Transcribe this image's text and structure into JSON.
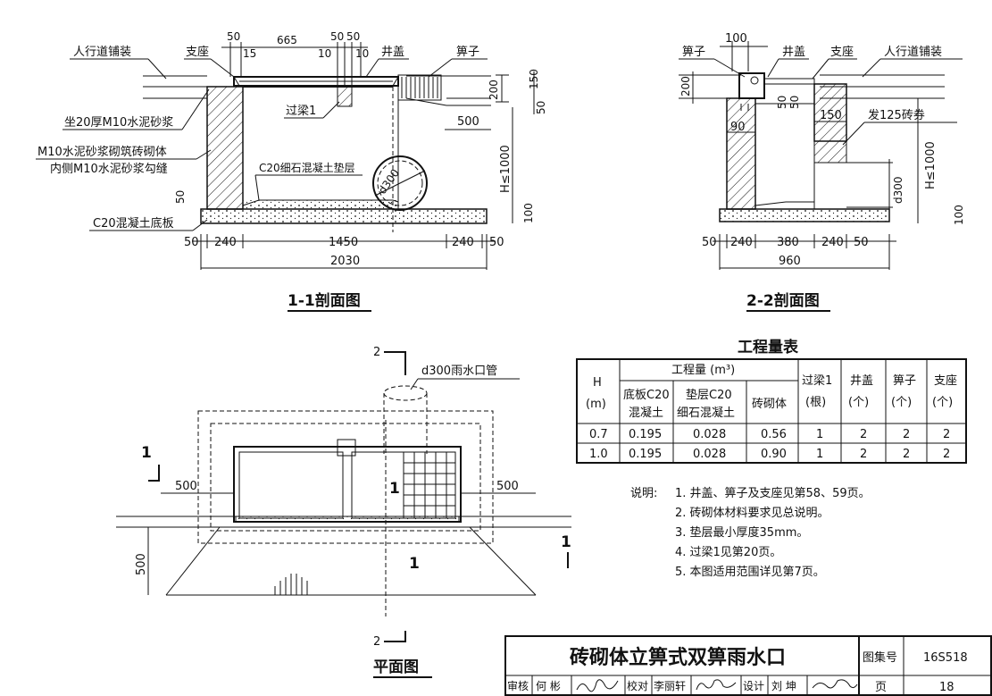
{
  "sec11": {
    "labels": {
      "paving": "人行道铺装",
      "support": "支座",
      "cover": "井盖",
      "grate": "箅子",
      "beam": "过梁1",
      "mortar": "坐20厚M10水泥砂浆",
      "brick1": "M10水泥砂浆砌筑砖砌体",
      "brick2": "内侧M10水泥砂浆勾缝",
      "cushion": "C20细石混凝土垫层",
      "base": "C20混凝土底板",
      "pipe": "d300"
    },
    "dims_top": [
      "50",
      "15",
      "665",
      "50",
      "10",
      "50",
      "10"
    ],
    "dims_v": [
      "200",
      "150",
      "50",
      "50",
      "100"
    ],
    "dim_500": "500",
    "dim_h": "H≤1000",
    "dims_bottom": [
      "50",
      "240",
      "1450",
      "240",
      "50"
    ],
    "dim_total": "2030",
    "title": "1-1剖面图"
  },
  "sec22": {
    "labels": {
      "grate": "箅子",
      "cover": "井盖",
      "support": "支座",
      "paving": "人行道铺装",
      "arch": "发125砖券",
      "pipe": "d300"
    },
    "dims": [
      "100",
      "200",
      "50",
      "50",
      "90",
      "150",
      "100"
    ],
    "dim_h": "H≤1000",
    "dims_bottom": [
      "50",
      "240",
      "380",
      "240",
      "50"
    ],
    "dim_total": "960",
    "title": "2-2剖面图"
  },
  "plan": {
    "cut2": "2",
    "cut1": "1",
    "pipe": "d300雨水口管",
    "dim_500a": "500",
    "dim_500b": "500",
    "dim_500c": "500",
    "title": "平面图"
  },
  "table": {
    "title": "工程量表",
    "h_col": "H",
    "h_unit": "(m)",
    "group_header": "工程量 (m³)",
    "sub1": [
      "底板C20",
      "混凝土"
    ],
    "sub2": [
      "垫层C20",
      "细石混凝土"
    ],
    "sub3": "砖砌体",
    "beam": [
      "过梁1",
      "(根)"
    ],
    "cover": [
      "井盖",
      "(个)"
    ],
    "grate": [
      "箅子",
      "(个)"
    ],
    "support": [
      "支座",
      "(个)"
    ],
    "rows": [
      [
        "0.7",
        "0.195",
        "0.028",
        "0.56",
        "1",
        "2",
        "2",
        "2"
      ],
      [
        "1.0",
        "0.195",
        "0.028",
        "0.90",
        "1",
        "2",
        "2",
        "2"
      ]
    ]
  },
  "notes": {
    "label": "说明:",
    "items": [
      "1. 井盖、箅子及支座见第58、59页。",
      "2. 砖砌体材料要求见总说明。",
      "3. 垫层最小厚度35mm。",
      "4. 过梁1见第20页。",
      "5. 本图适用范围详见第7页。"
    ]
  },
  "titleblock": {
    "title": "砖砌体立箅式双箅雨水口",
    "atlas_label": "图集号",
    "atlas_no": "16S518",
    "page_label": "页",
    "page_no": "18",
    "review": "审核",
    "review_name": "何 彬",
    "check": "校对",
    "check_name": "李丽轩",
    "design": "设计",
    "design_name": "刘 坤"
  }
}
